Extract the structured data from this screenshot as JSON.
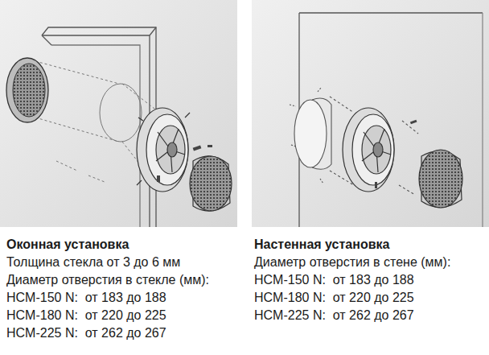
{
  "diagram": {
    "labels": [
      "Оконная установка",
      "Толщина стекла от 3 до 6 мм",
      "Диаметр отверстия в стекле (мм):",
      "HCM-150 N:  от 183 до 188",
      "HCM-180 N:  от 220 до 225",
      "HCM-225 N:  от 262 до 267",
      "Настенная установка",
      "Диаметр отверстия в стене (мм):",
      "HCM-150 N:  от 183 до 188",
      "HCM-180 N:  от 220 до 225",
      "HCM-225 N:  от 262 до 267"
    ]
  }
}
